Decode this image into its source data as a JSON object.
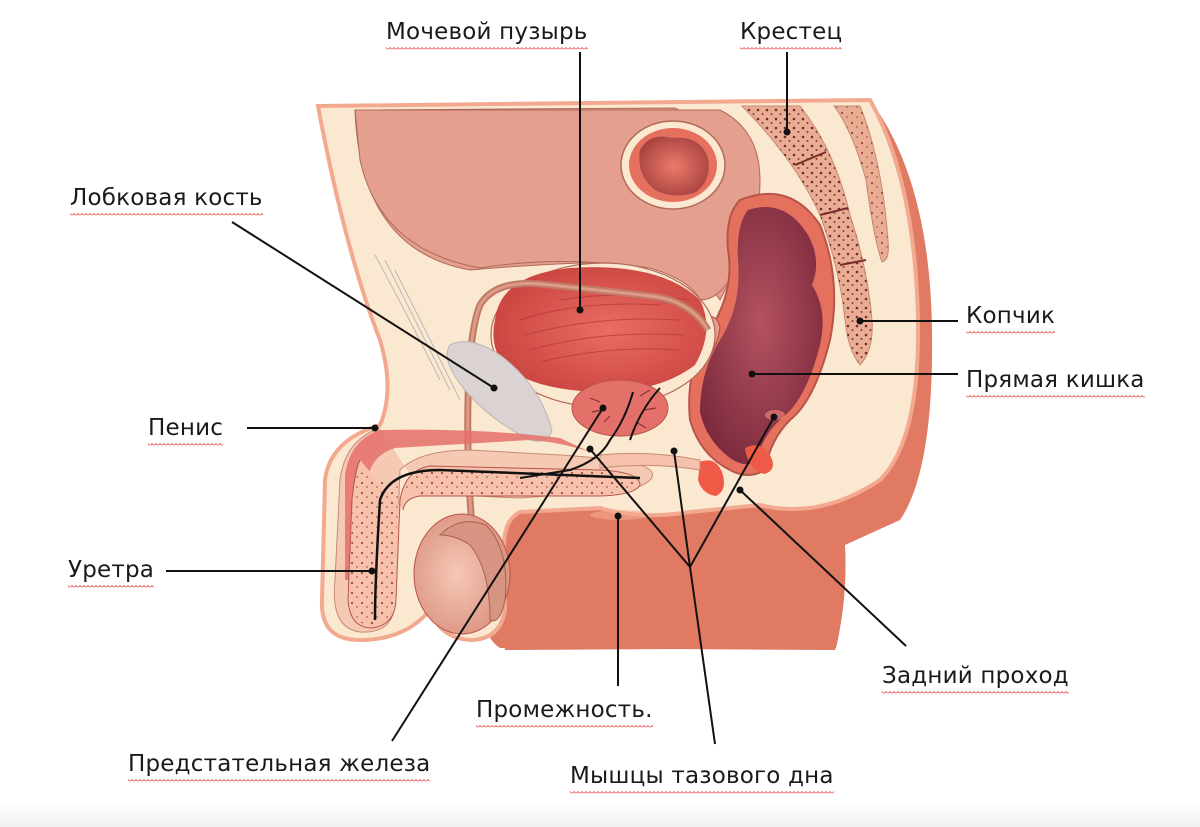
{
  "diagram": {
    "type": "anatomical-cross-section",
    "subject": "male pelvis sagittal section",
    "colors": {
      "skin_outline": "#f3a98f",
      "fat_tissue": "#fbe8d1",
      "abdominal_cavity": "#e59f8f",
      "bladder": "#d9544f",
      "rectum_inner": "#8f3247",
      "rectum_wall": "#e4705d",
      "muscle": "#e07a63",
      "bone": "#e8ad93",
      "bone_dots": "#7a2c2c",
      "pubic_bone": "#dad3d1",
      "testis": "#f0b5a2",
      "sphincter": "#ef5a47",
      "leader_line": "#111111",
      "spell_underline": "#e8433a"
    }
  },
  "labels": [
    {
      "id": "bladder",
      "text": "Мочевой пузырь"
    },
    {
      "id": "sacrum",
      "text": "Крестец"
    },
    {
      "id": "pubic_bone",
      "text": "Лобковая кость"
    },
    {
      "id": "coccyx",
      "text": "Копчик"
    },
    {
      "id": "rectum",
      "text": "Прямая кишка"
    },
    {
      "id": "penis",
      "text": "Пенис"
    },
    {
      "id": "urethra",
      "text": "Уретра"
    },
    {
      "id": "anus",
      "text": "Задний проход"
    },
    {
      "id": "perineum",
      "text": "Промежность."
    },
    {
      "id": "prostate",
      "text": "Предстательная железа"
    },
    {
      "id": "pelvic_floor",
      "text": "Мышцы тазового дна"
    }
  ]
}
